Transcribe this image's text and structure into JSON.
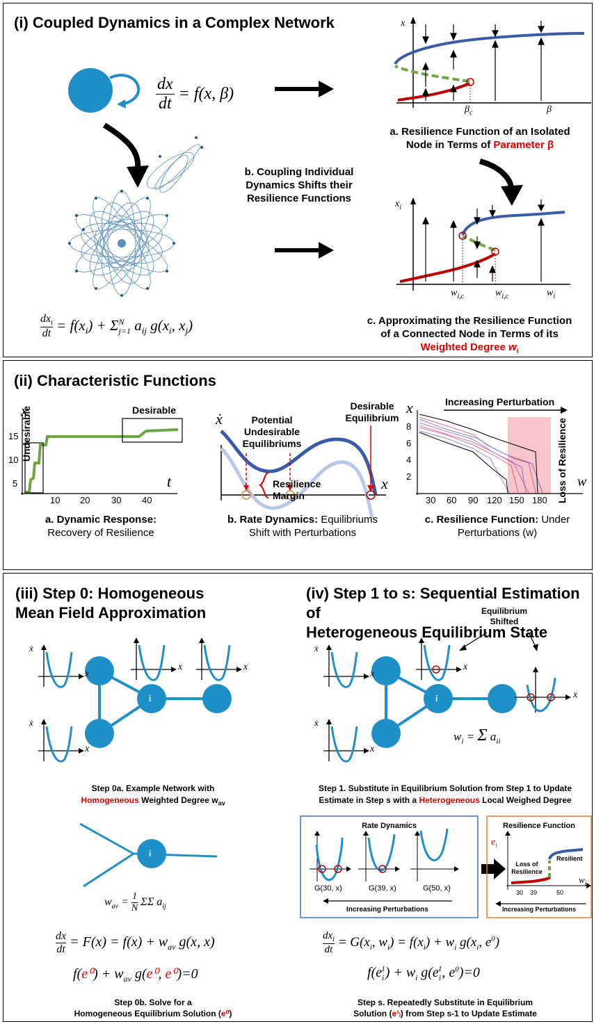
{
  "panel_i": {
    "title": "(i) Coupled Dynamics in a Complex Network",
    "eq_node": "dx/dt = f(x, β)",
    "eq_net": "dxᵢ/dt = f(xᵢ) + Σⱼ₌₁ᴺ aᵢⱼ g(xᵢ, xⱼ)",
    "fig_a_caption_1": "a. Resilience Function of an Isolated",
    "fig_a_caption_2": "Node in Terms of ",
    "fig_a_caption_red": "Parameter β",
    "fig_a_x": "x",
    "fig_a_beta_c": "β",
    "fig_a_beta_c_sub": "c",
    "fig_a_beta": "β",
    "fig_b_caption": "b. Coupling Individual Dynamics Shifts their Resilience Functions",
    "fig_c_y": "x",
    "fig_c_y_sub": "i",
    "fig_c_wic1": "w",
    "fig_c_wic_sub": "i,c",
    "fig_c_wi": "w",
    "fig_c_wi_sub": "i",
    "fig_c_caption_1": "c. Approximating the Resilience Function",
    "fig_c_caption_2": "of a Connected Node in Terms of its",
    "fig_c_caption_red": "Weighted Degree ",
    "fig_c_caption_red_w": "w",
    "fig_c_caption_red_sub": "i"
  },
  "panel_ii": {
    "title": "(ii) Characteristic Functions",
    "a": {
      "ylabel": "x",
      "xlabel": "t",
      "yticks": [
        "15",
        "10",
        "5"
      ],
      "xticks": [
        "10",
        "20",
        "30",
        "40"
      ],
      "desirable": "Desirable",
      "undesirable": "Undesirable",
      "caption_bold": "a. Dynamic Response:",
      "caption": "Recovery of Resilience"
    },
    "b": {
      "ylabel": "ẋ",
      "xlabel": "x",
      "potential": "Potential Undesirable Equilibriums",
      "desirable": "Desirable Equilibrium",
      "margin": "Resilience Margin",
      "caption_bold": "b. Rate Dynamics:",
      "caption_1": " Equilibriums",
      "caption_2": "Shift with Perturbations"
    },
    "c": {
      "ylabel": "x",
      "xlabel": "w",
      "yticks": [
        "8",
        "6",
        "4",
        "2"
      ],
      "xticks": [
        "30",
        "60",
        "90",
        "120",
        "150",
        "180"
      ],
      "increasing": "Increasing Perturbation",
      "loss": "Loss of Resilience",
      "caption_bold": "c. Resilience Function:",
      "caption_1": " Under",
      "caption_2": "Perturbations (w)"
    }
  },
  "panel_iii": {
    "title_1": "(iii) Step 0: Homogeneous",
    "title_2": "Mean Field Approximation",
    "node_label": "i",
    "axis_x": "x",
    "axis_xdot": "ẋ",
    "step0a_1": "Step 0a. Example Network with",
    "step0a_red": "Homogeneous",
    "step0a_2": " Weighted Degree w",
    "step0a_sub": "av",
    "wav_eq": "w_av = (1/N) Σᵢ₌₁ᴺ Σⱼ₌₁ᴺ aᵢⱼ",
    "eq1": "dx/dt = F(x) = f(x) + w_av g(x, x)",
    "eq2_a": "f(",
    "eq2_e": "e⁰",
    "eq2_b": ") + w",
    "eq2_sub": "av",
    "eq2_c": " g(",
    "eq2_d": ", ",
    "eq2_end": ")=0",
    "step0b_1": "Step 0b. Solve for a",
    "step0b_2": "Homogeneous Equilibrium Solution (",
    "step0b_red": "e⁰",
    "step0b_end": ")"
  },
  "panel_iv": {
    "title_1": "(iv) Step 1 to s: Sequential Estimation of",
    "title_2": "Heterogeneous Equilibrium State",
    "shifted": "Equilibrium Shifted",
    "wi_eq": "wᵢ = Σⱼ₌₁ᴺ aᵢᵢ",
    "step1_1": "Step 1. Substitute in Equilibrium Solution from Step 1 to Update",
    "step1_2a": "Estimate in Step s with a ",
    "step1_red": "Heterogeneous",
    "step1_2b": " Local Weighed Degree",
    "rate_title": "Rate Dynamics",
    "g1": "G(30, x)",
    "g2": "G(39, x)",
    "g3": "G(50, x)",
    "incr": "Increasing Perturbations",
    "resil_title": "Resilience Function",
    "resil_y": "e",
    "resilient": "Resilient",
    "loss": "Loss of Resilience",
    "ticks": [
      "30",
      "39",
      "50"
    ],
    "resil_x": "w",
    "incr2": "Increasing Perturbations",
    "eq1": "dxᵢ/dt = G(xᵢ, wᵢ) = f(xᵢ) + wᵢ g(xᵢ, e⁰)",
    "eq2": "f(eᵢ¹) + wᵢ g(eᵢ¹, e⁰)=0",
    "steps_1": "Step s. Repeatedly Substitute in Equilibrium",
    "steps_2a": "Solution (",
    "steps_red": "e¹ᵢ",
    "steps_2b": ") from Step s-1 to Update Estimate"
  },
  "colors": {
    "blue": "#1f8fc8",
    "darkblue": "#3a5ba6",
    "red": "#c00000",
    "green": "#6fa644",
    "accent_red": "#e00000"
  }
}
